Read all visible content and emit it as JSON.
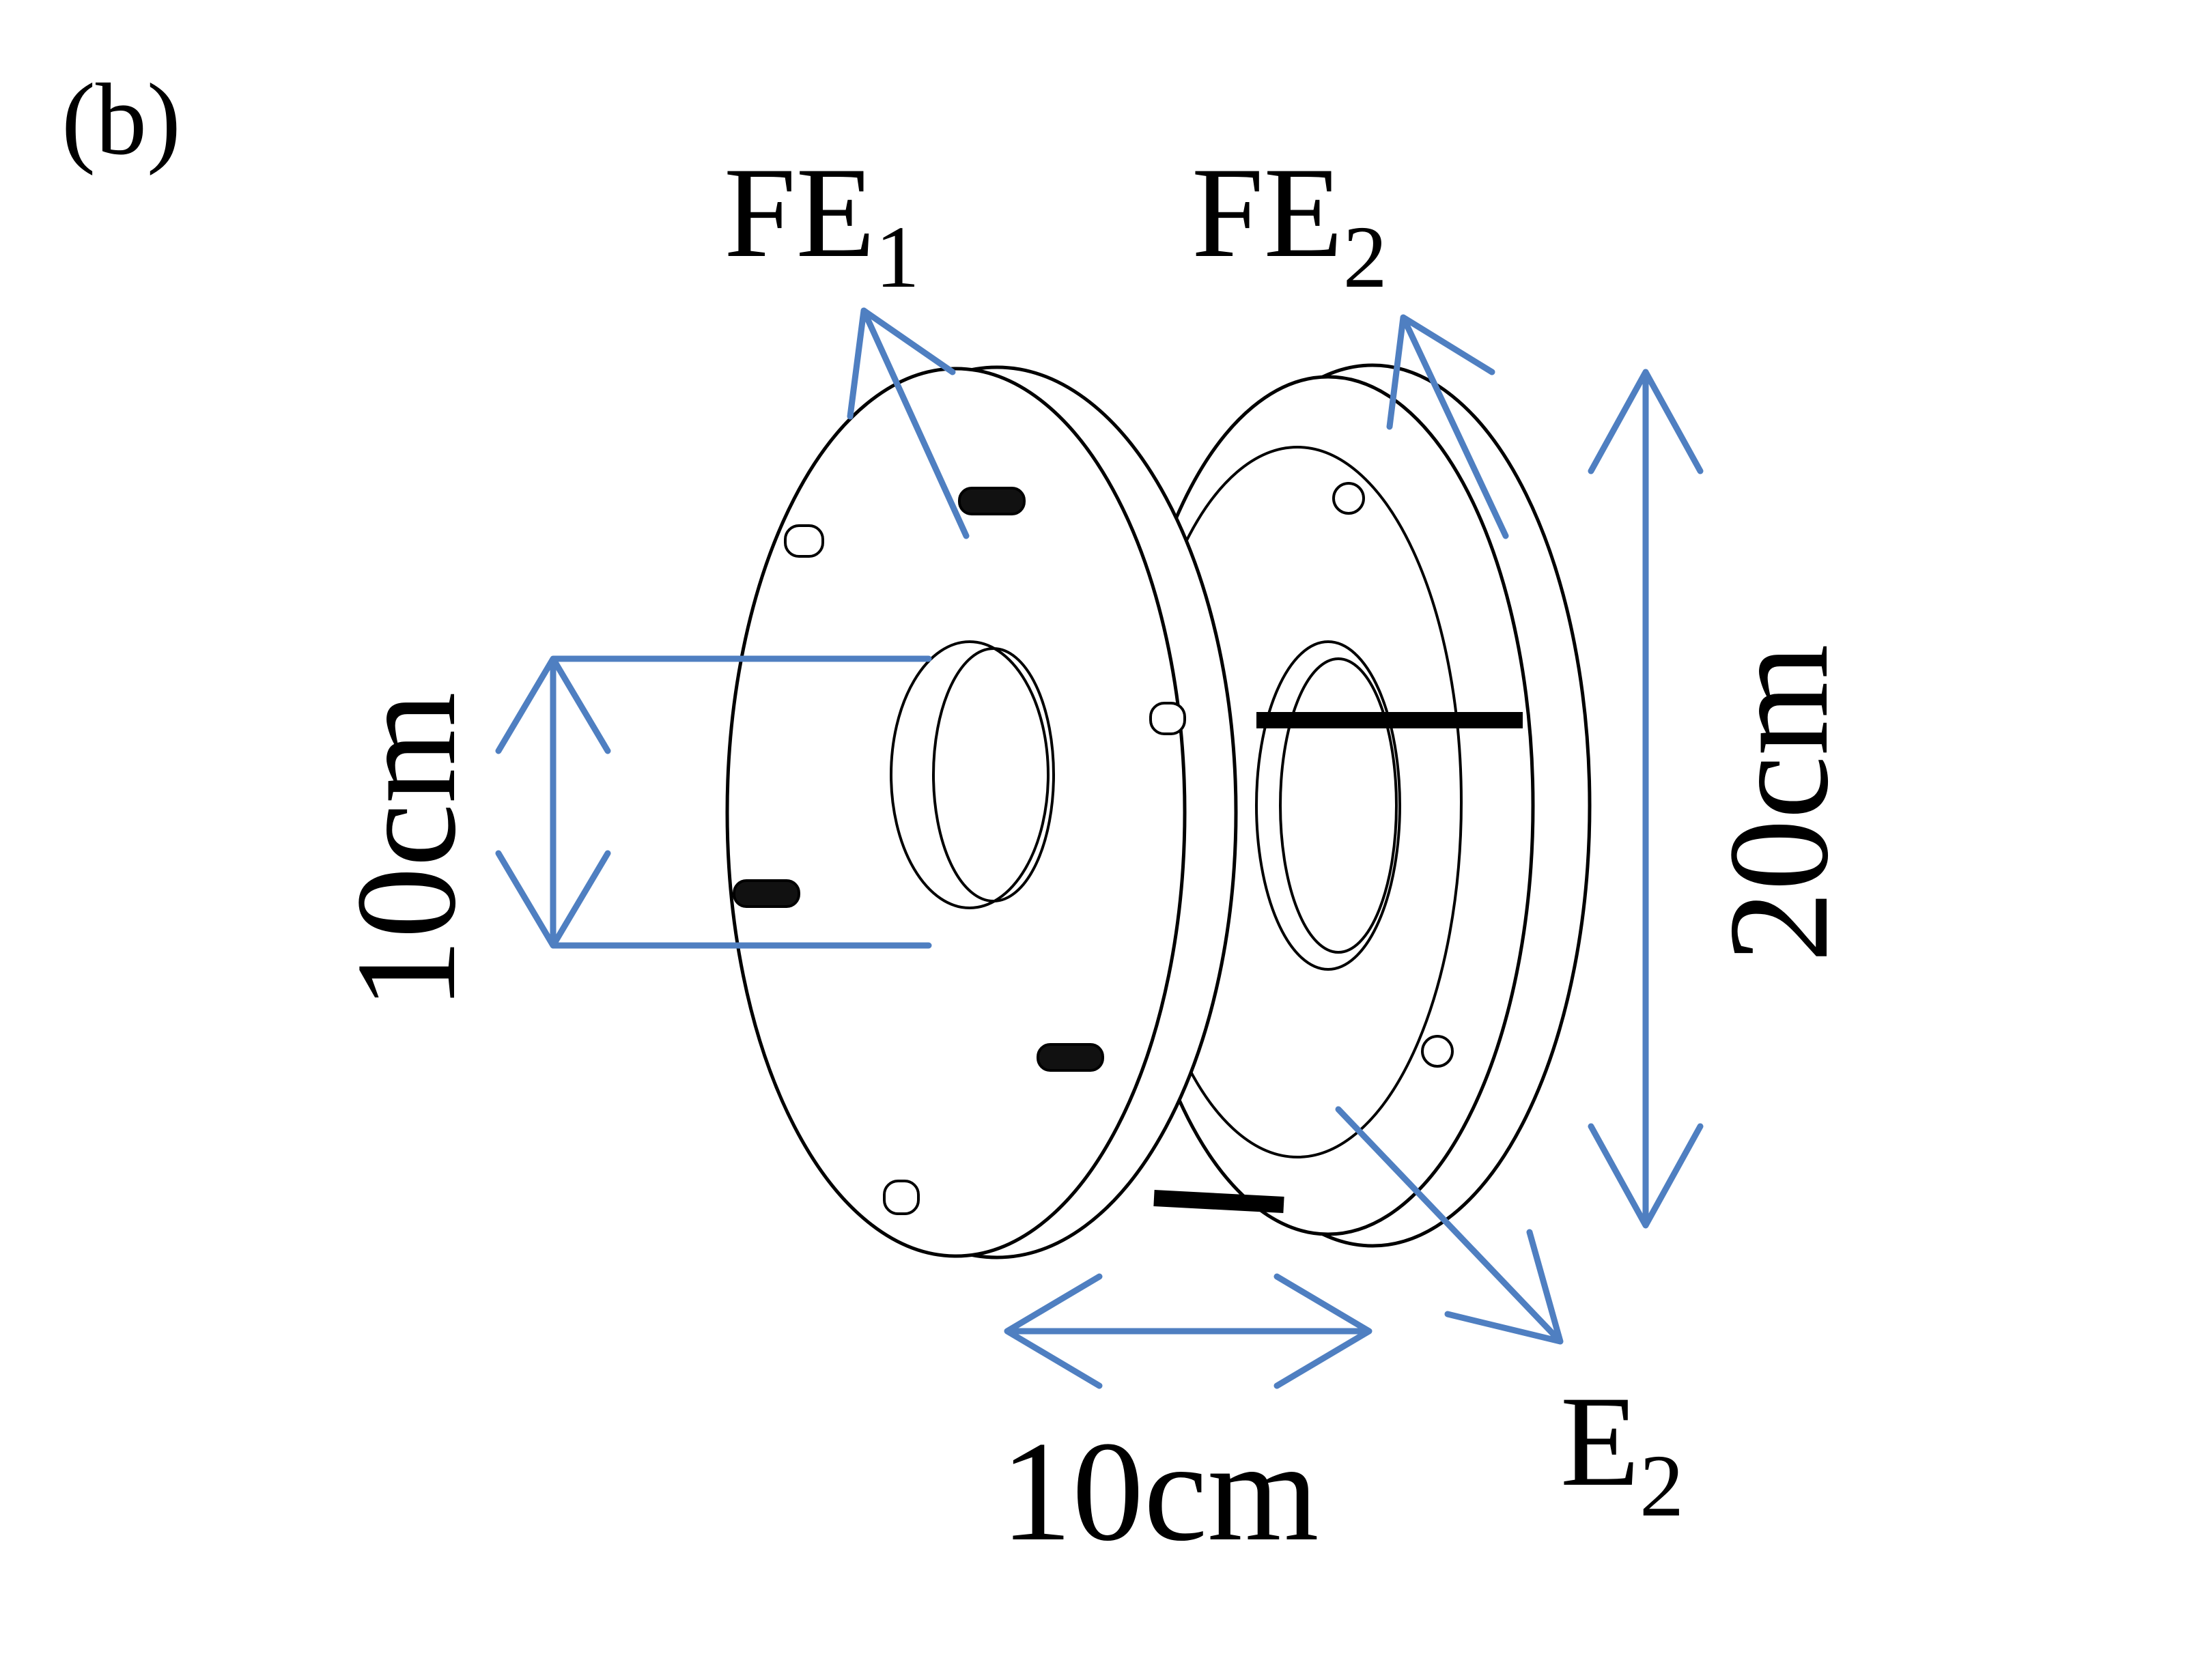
{
  "panel_label": "(b)",
  "labels": {
    "fe1": {
      "main": "FE",
      "sub": "1"
    },
    "fe2": {
      "main": "FE",
      "sub": "2"
    },
    "e2": {
      "main": "E",
      "sub": "2"
    }
  },
  "dimensions": {
    "inner_diameter": "10cm",
    "outer_diameter": "20cm",
    "spacing": "10cm"
  },
  "colors": {
    "annotation": "#4f7fc1",
    "line": "#000000",
    "background": "#ffffff"
  }
}
